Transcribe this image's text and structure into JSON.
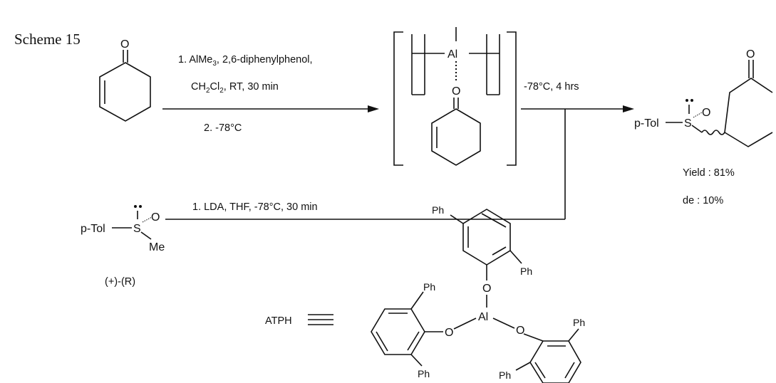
{
  "scheme": {
    "title": "Scheme 15",
    "step1_line1": "1.  AlMe",
    "step1_line1_sub": "3",
    "step1_line1_rest": ", 2,6-diphenylphenol,",
    "step1_line2_a": "CH",
    "step1_line2_sub1": "2",
    "step1_line2_b": "Cl",
    "step1_line2_sub2": "2",
    "step1_line2_c": ", RT, 30 min",
    "step2": "2.  -78°C",
    "complex_condition": "-78°C, 4 hrs",
    "sulfoxide_step": "1.  LDA, THF, -78°C, 30 min",
    "sulfoxide_stereo": "(+)-(R)",
    "yield": "Yield : 81%",
    "de": "de    : 10%",
    "atph_label": "ATPH"
  },
  "atoms": {
    "O": "O",
    "Al": "Al",
    "S": "S",
    "Me": "Me",
    "pTol": "p-Tol",
    "Ph": "Ph"
  }
}
